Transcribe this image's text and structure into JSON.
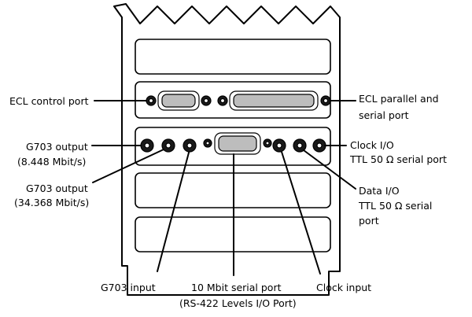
{
  "labels": {
    "ecl_control_port": "ECL control port",
    "ecl_parallel_serial_port_line1": "ECL parallel  and",
    "ecl_parallel_serial_port_line2": "serial port",
    "g703_output_8448_line1": "G703 output",
    "g703_output_8448_line2": "(8.448  Mbit/s)",
    "g703_output_34368_line1": "G703 output",
    "g703_output_34368_line2": "(34.368  Mbit/s)",
    "clock_io_line1": "Clock I/O",
    "clock_io_line2": "TTL 50 Ω serial port",
    "data_io_line1": "Data I/O",
    "data_io_line2": "TTL 50 Ω serial",
    "data_io_line3": "port",
    "g703_input": "G703 input",
    "serial_port_10mbit_line1": "10 Mbit serial port",
    "serial_port_10mbit_line2": "(RS-422 Levels I/O Port)",
    "clock_input": "Clock input"
  }
}
